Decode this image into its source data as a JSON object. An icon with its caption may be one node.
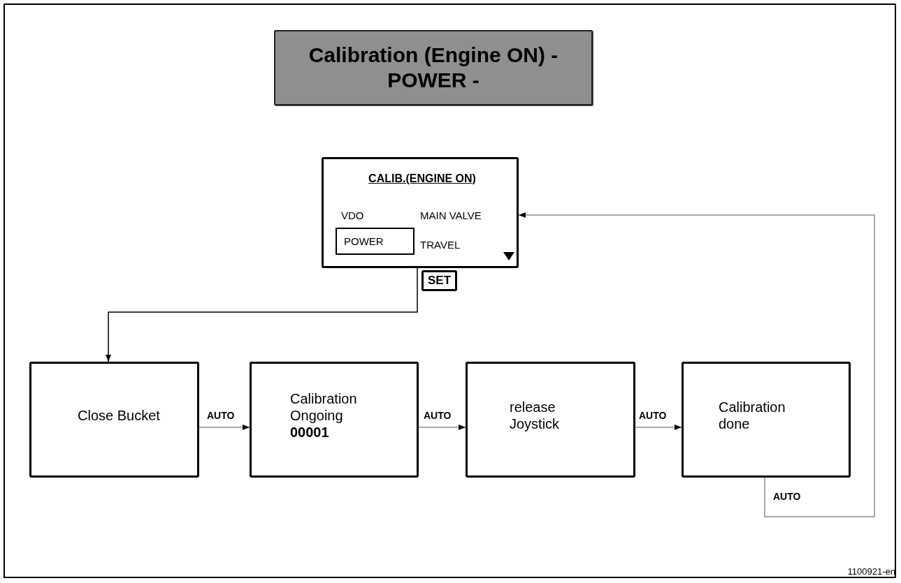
{
  "diagram": {
    "title": "Calibration (Engine ON) - POWER -",
    "nodes": [
      {
        "text": [
          "CALIB.(ENGINE ON)",
          "VDO",
          "MAIN VALVE",
          "TRAVEL"
        ]
      },
      {
        "text": [
          "POWER"
        ],
        "in": 0
      },
      {
        "text": [
          "Close Bucket"
        ]
      },
      {
        "text": [
          "Calibration Ongoing",
          "00001"
        ]
      },
      {
        "text": [
          "release Joystick"
        ]
      },
      {
        "text": [
          "Calibration done"
        ]
      }
    ],
    "edges": [
      {
        "from": 0,
        "to": 2,
        "arrow": "to",
        "label": "SET",
        "color": "#000000"
      },
      {
        "from": 2,
        "to": 3,
        "arrow": "to",
        "label": "AUTO"
      },
      {
        "from": 3,
        "to": 4,
        "arrow": "to",
        "label": "AUTO"
      },
      {
        "from": 4,
        "to": 5,
        "arrow": "to",
        "label": "AUTO"
      },
      {
        "from": 5,
        "to": 0,
        "arrow": "to",
        "label": "AUTO"
      }
    ],
    "labels": [
      "1100921-en"
    ]
  }
}
